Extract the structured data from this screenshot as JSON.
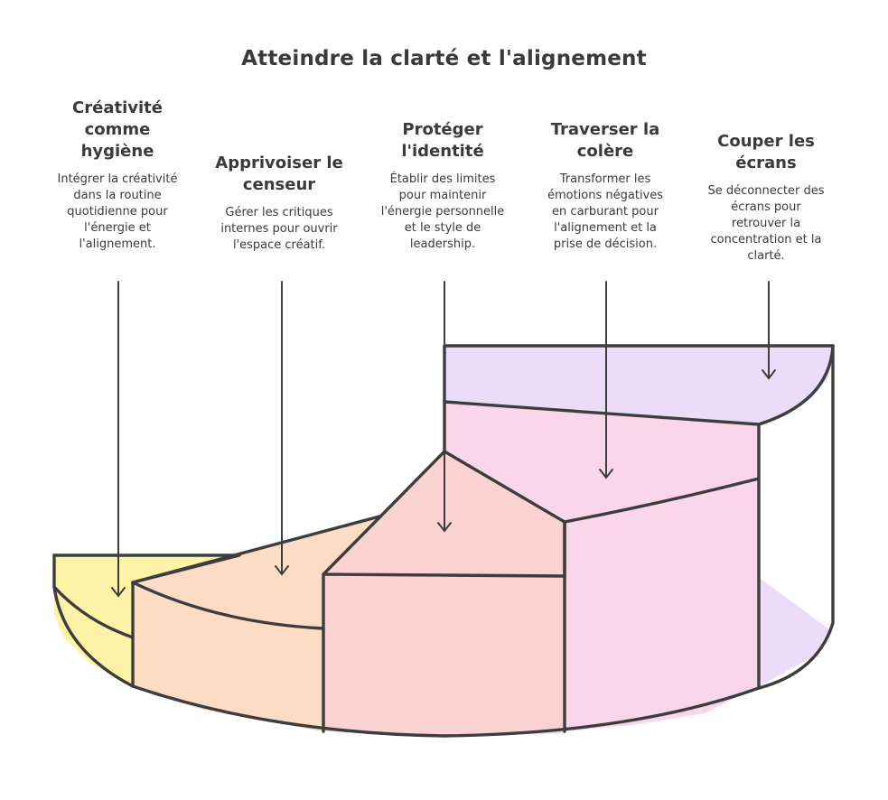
{
  "title": "Atteindre la clarté et l'alignement",
  "items": [
    {
      "heading": "Créativité comme hygiène",
      "description": "Intégrer la créativité dans la routine quotidienne pour l'énergie et l'alignement.",
      "color": "#fdf3a6"
    },
    {
      "heading": "Apprivoiser le censeur",
      "description": "Gérer les critiques internes pour ouvrir l'espace créatif.",
      "color": "#fddcc6"
    },
    {
      "heading": "Protéger l'identité",
      "description": "Établir des limites pour maintenir l'énergie personnelle et le style de leadership.",
      "color": "#fbd2d2"
    },
    {
      "heading": "Traverser la colère",
      "description": "Transformer les émotions négatives en carburant pour l'alignement et la prise de décision.",
      "color": "#fad6ea"
    },
    {
      "heading": "Couper les écrans",
      "description": "Se déconnecter des écrans pour retrouver la concentration et la clarté.",
      "color": "#ecdcf9"
    }
  ]
}
